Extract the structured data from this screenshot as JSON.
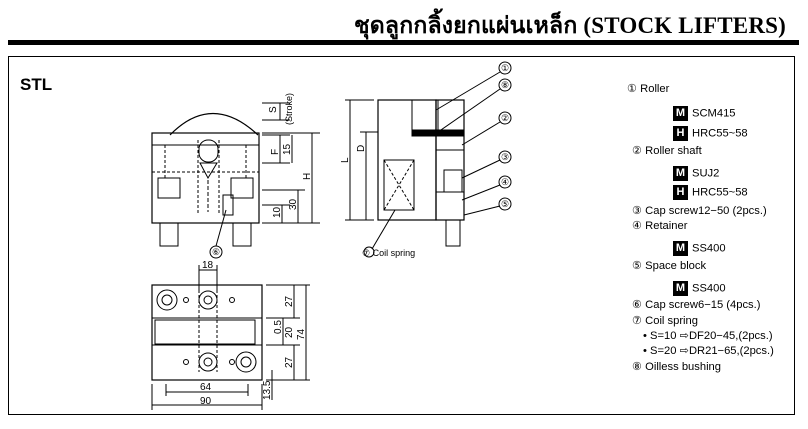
{
  "header": {
    "title": "ชุดลูกกลิ้งยกแผ่นเหล็ก (STOCK LIFTERS)"
  },
  "model": "STL",
  "dimensions": {
    "S": "S",
    "stroke": "(Stroke)",
    "F": "F",
    "d15": "15",
    "H": "H",
    "d30": "30",
    "d10": "10",
    "L": "L",
    "D": "D",
    "d18": "18",
    "d27a": "27",
    "d05": "0.5",
    "d20": "20",
    "d74": "74",
    "d27b": "27",
    "d135": "13.5",
    "d64": "64",
    "d90": "90"
  },
  "callouts": {
    "c1": "①",
    "c2": "②",
    "c3": "③",
    "c4": "④",
    "c5": "⑤",
    "c6": "⑥",
    "c8": "⑧"
  },
  "coil_label": "⑦ Coil spring",
  "legend": {
    "roller": "① Roller",
    "roller_m": "SCM415",
    "roller_h": "HRC55~58",
    "shaft": "② Roller shaft",
    "shaft_m": "SUJ2",
    "shaft_h": "HRC55~58",
    "cap1": "③ Cap screw12−50 (2pcs.)",
    "retainer": "④ Retainer",
    "retainer_m": "SS400",
    "spacer": "⑤ Space block",
    "spacer_m": "SS400",
    "cap2": "⑥ Cap screw6−15 (4pcs.)",
    "coil": "⑦ Coil spring",
    "coil1": "• S=10 ⇨DF20−45,(2pcs.)",
    "coil2": "• S=20 ⇨DR21−65,(2pcs.)",
    "bushing": "⑧ Oilless bushing",
    "badge_m": "M",
    "badge_h": "H"
  }
}
